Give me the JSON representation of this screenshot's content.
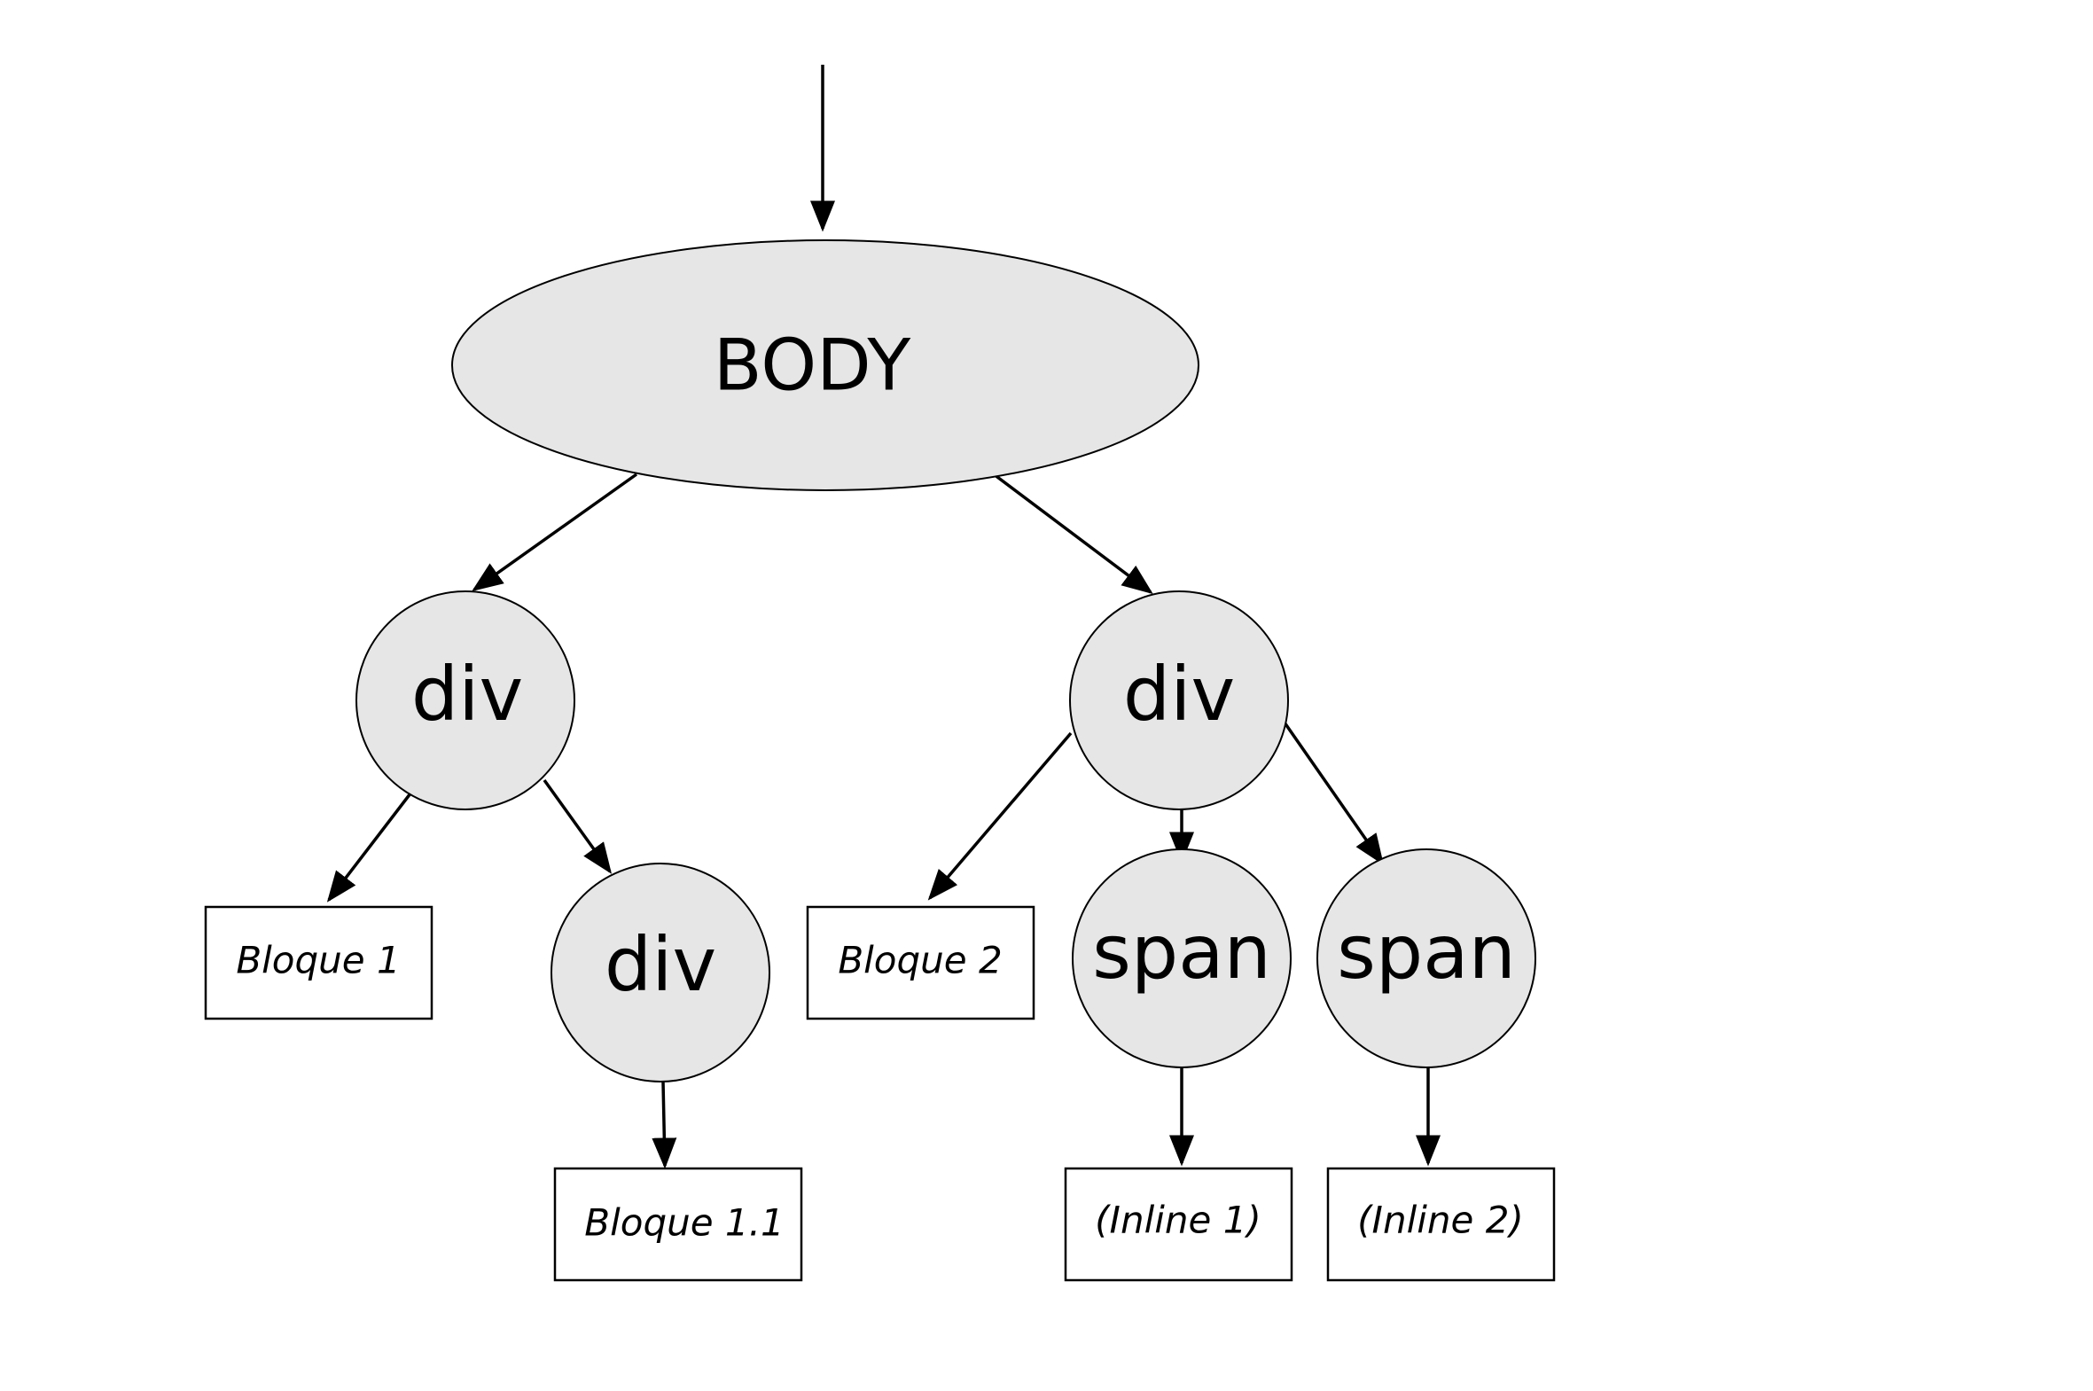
{
  "diagram": {
    "type": "tree",
    "root": {
      "id": "body",
      "label": "BODY"
    },
    "nodes": {
      "div_left": {
        "label": "div"
      },
      "div_right": {
        "label": "div"
      },
      "div_nested": {
        "label": "div"
      },
      "span_1": {
        "label": "span"
      },
      "span_2": {
        "label": "span"
      }
    },
    "boxes": {
      "bloque_1": {
        "label": "Bloque 1"
      },
      "bloque_1_1": {
        "label": "Bloque 1.1"
      },
      "bloque_2": {
        "label": "Bloque 2"
      },
      "inline_1": {
        "label": "(Inline 1)"
      },
      "inline_2": {
        "label": "(Inline 2)"
      }
    },
    "edges": [
      {
        "from": "entry",
        "to": "body"
      },
      {
        "from": "body",
        "to": "div_left"
      },
      {
        "from": "body",
        "to": "div_right"
      },
      {
        "from": "div_left",
        "to": "bloque_1"
      },
      {
        "from": "div_left",
        "to": "div_nested"
      },
      {
        "from": "div_nested",
        "to": "bloque_1_1"
      },
      {
        "from": "div_right",
        "to": "bloque_2"
      },
      {
        "from": "div_right",
        "to": "span_1"
      },
      {
        "from": "div_right",
        "to": "span_2"
      },
      {
        "from": "span_1",
        "to": "inline_1"
      },
      {
        "from": "span_2",
        "to": "inline_2"
      }
    ],
    "colors": {
      "node_fill": "#e6e6e6",
      "stroke": "#000000",
      "box_fill": "#ffffff"
    }
  }
}
